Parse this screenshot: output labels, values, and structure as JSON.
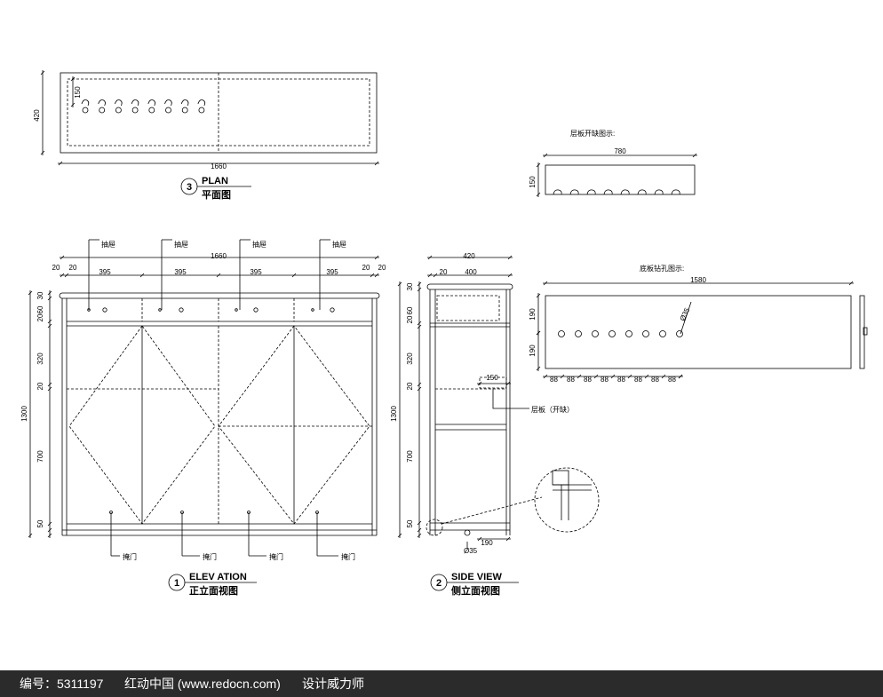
{
  "plan": {
    "num": "3",
    "title_en": "PLAN",
    "title_cn": "平面图",
    "dims": {
      "width": "1660",
      "depth": "420",
      "hook": "150"
    }
  },
  "elevation": {
    "num": "1",
    "title_en": "ELEV ATION",
    "title_cn": "正立面视图",
    "drawer_label": "抽屉",
    "door_label": "掩门",
    "dims": {
      "total": "1660",
      "side": "20",
      "drawer_w": "395",
      "height": "1300",
      "top": "30",
      "drawer_h": "60",
      "rail": "20",
      "upper": "320",
      "lower": "700",
      "base": "50"
    }
  },
  "side": {
    "num": "2",
    "title_en": "SIDE VIEW",
    "title_cn": "侧立面视图",
    "shelf_label": "层板（开缺）",
    "dims": {
      "depth": "420",
      "front": "20",
      "inner": "400",
      "notch": "150",
      "foot": "190",
      "hole": "Ø35",
      "height": "1300",
      "top": "30",
      "drawer_h": "60",
      "rail": "20",
      "upper": "320",
      "lower": "700",
      "base": "50"
    }
  },
  "shelf_notch": {
    "title": "层板开缺图示:",
    "width": "780",
    "depth": "150"
  },
  "bottom_board": {
    "title": "底板钻孔图示:",
    "width": "1580",
    "row1": "190",
    "row2": "190",
    "hole": "Ø35",
    "spacing": "88"
  },
  "footer": {
    "id_text": "编号：5311197",
    "site_text": "红动中国 (www.redocn.com)",
    "credit_text": "设计威力师"
  }
}
